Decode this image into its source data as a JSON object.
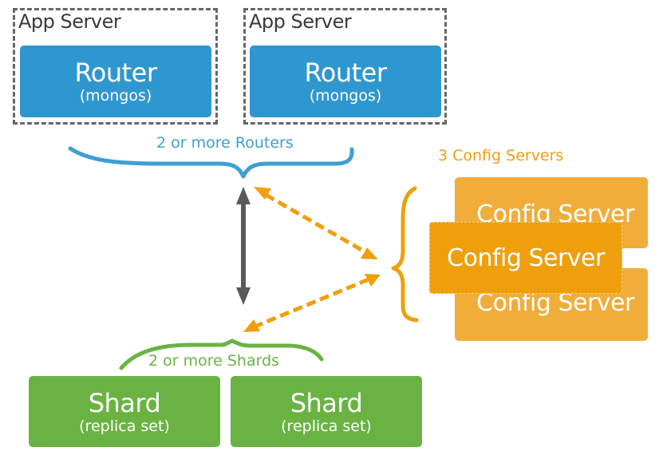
{
  "diagram": {
    "app_servers": [
      {
        "label": "App Server",
        "router": {
          "title": "Router",
          "subtitle": "(mongos)"
        }
      },
      {
        "label": "App Server",
        "router": {
          "title": "Router",
          "subtitle": "(mongos)"
        }
      }
    ],
    "routers_group_label": "2 or more Routers",
    "config_group_label": "3 Config Servers",
    "config_servers": [
      {
        "label": "Config Server"
      },
      {
        "label": "Config Server"
      },
      {
        "label": "Config Server"
      }
    ],
    "shards_group_label": "2 or more Shards",
    "shards": [
      {
        "title": "Shard",
        "subtitle": "(replica set)"
      },
      {
        "title": "Shard",
        "subtitle": "(replica set)"
      }
    ],
    "colors": {
      "router": "#2f97d0",
      "config": "#ef9f0b",
      "config_back": "#f0ad3a",
      "shard": "#6ab343",
      "connector_gray": "#5a5a5a",
      "app_server_border": "#666666"
    }
  }
}
